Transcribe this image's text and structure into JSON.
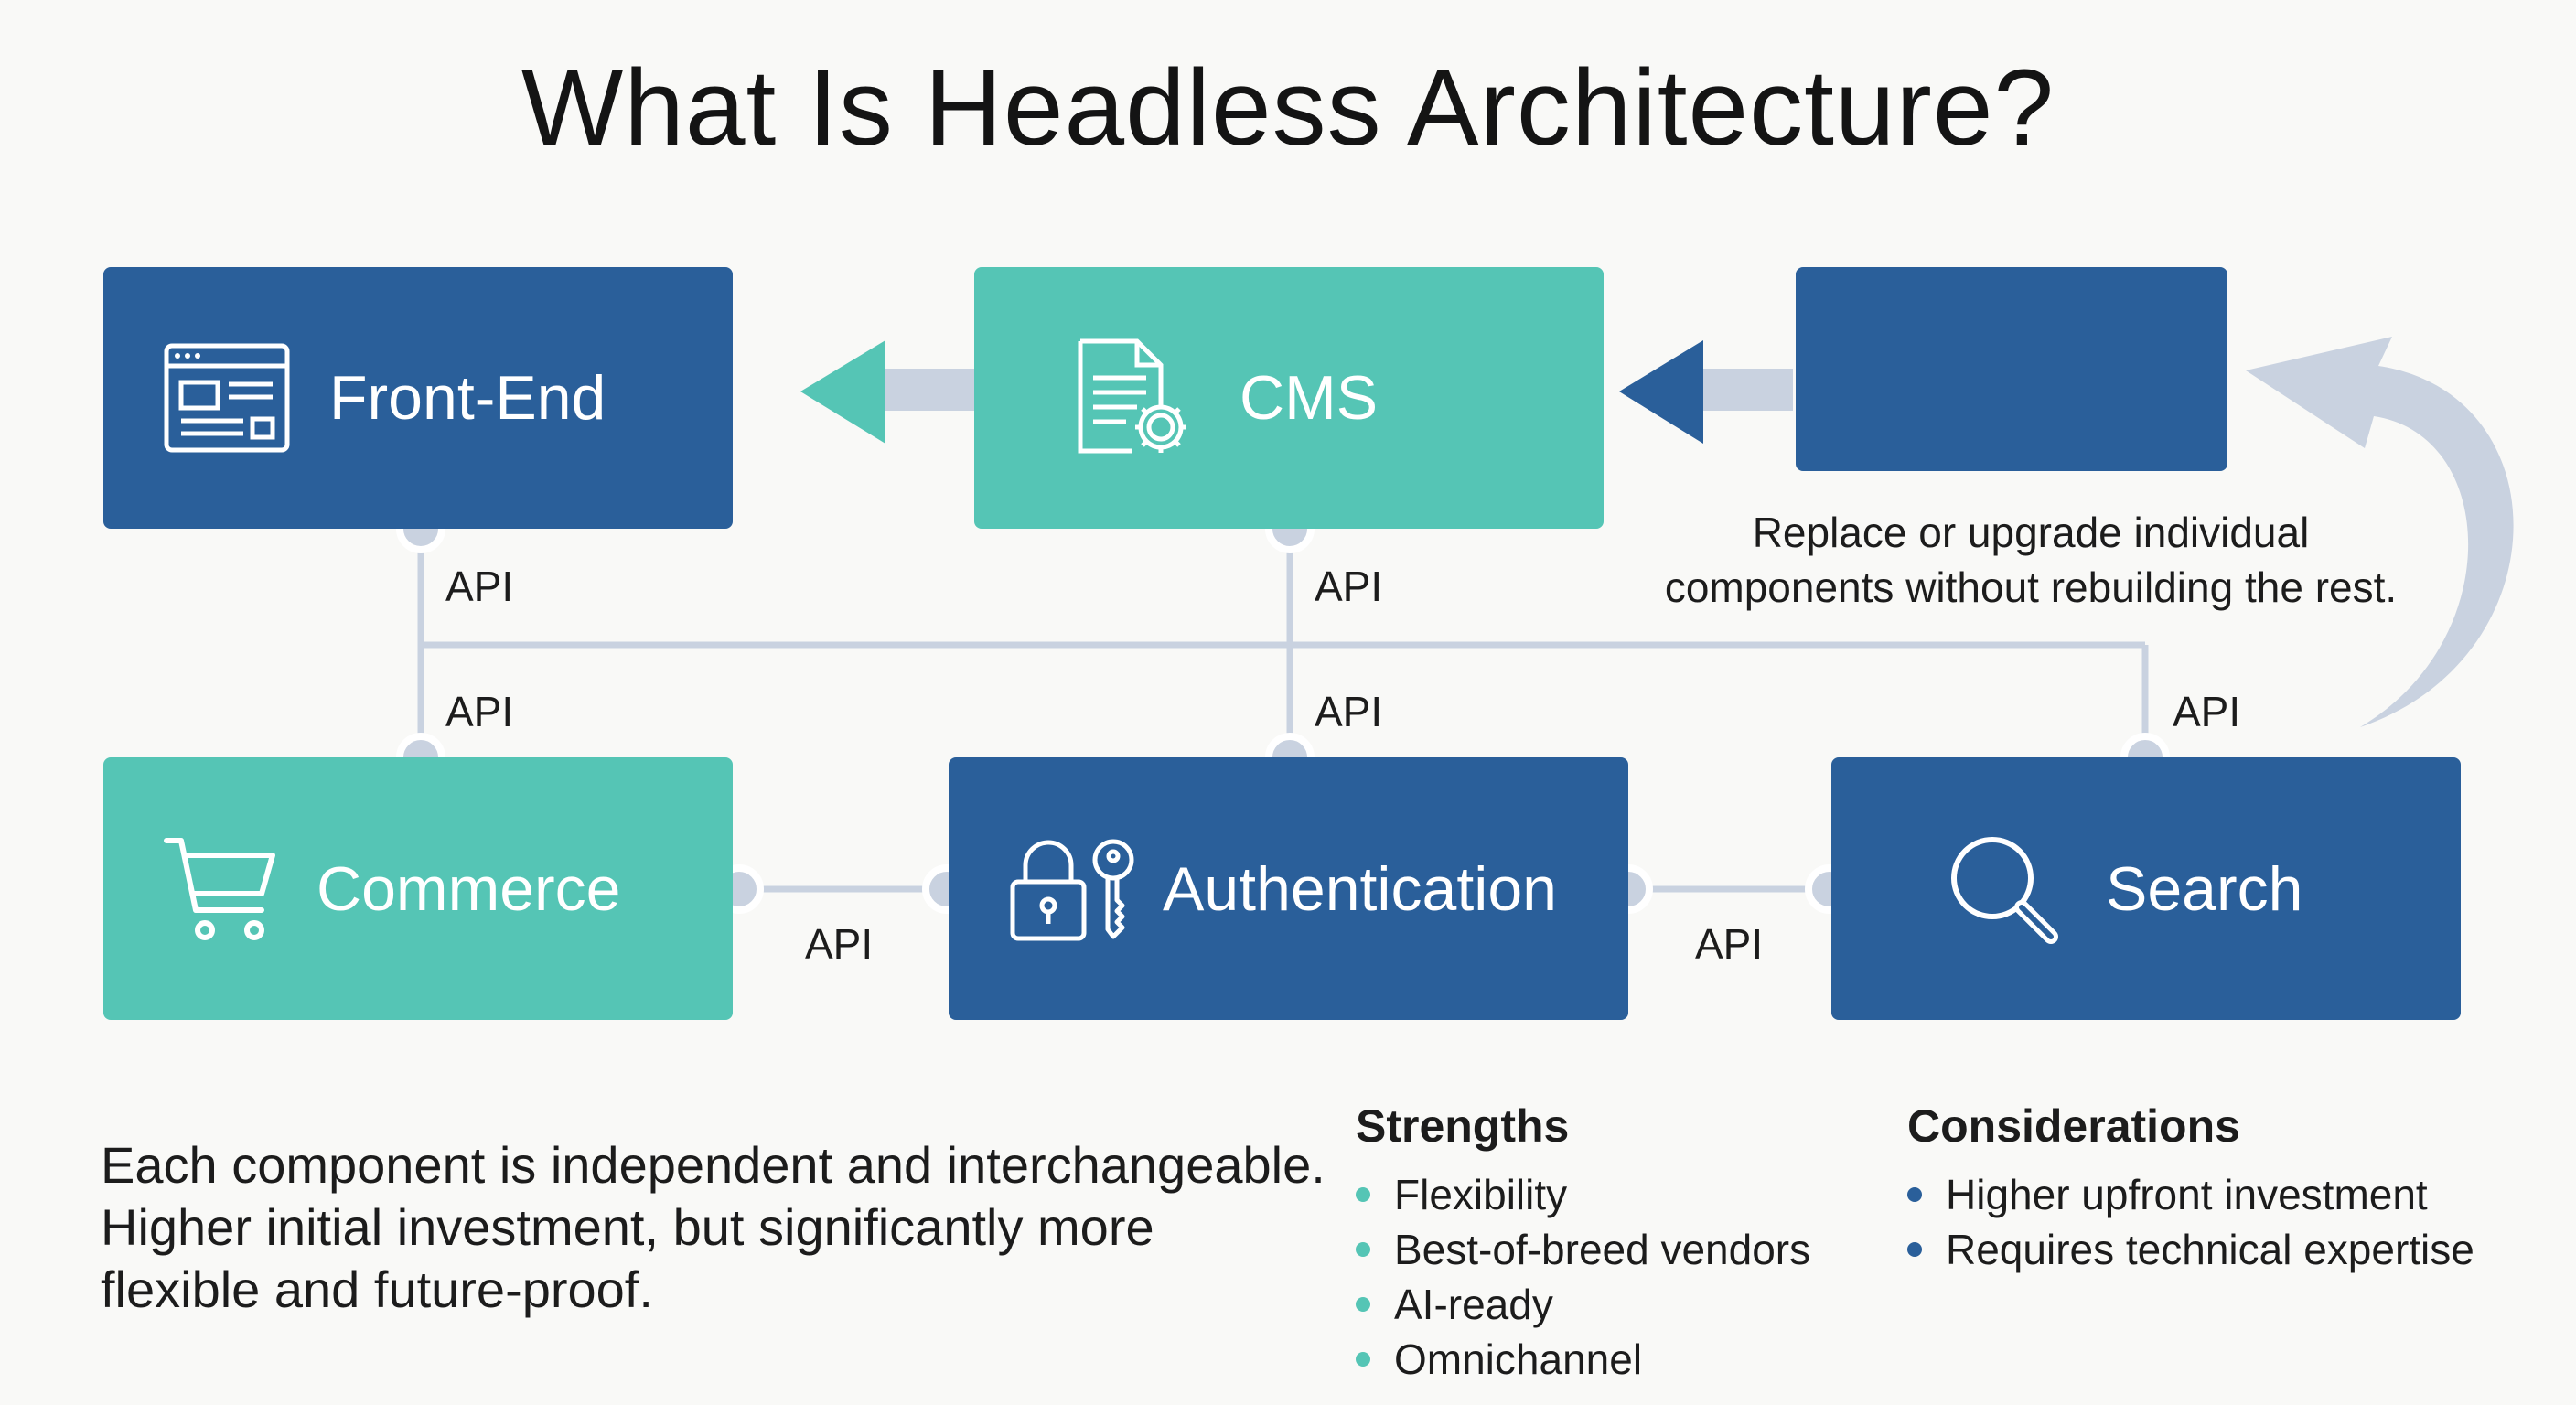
{
  "title": "What Is Headless Architecture?",
  "colors": {
    "blue": "#2a5f9a",
    "teal": "#55c5b5",
    "connector": "#c9d2e0",
    "background": "#f9f9f7"
  },
  "components": {
    "frontend": {
      "label": "Front-End",
      "icon": "browser-window-icon"
    },
    "cms": {
      "label": "CMS",
      "icon": "document-gear-icon"
    },
    "replaceable": {
      "label": ""
    },
    "commerce": {
      "label": "Commerce",
      "icon": "shopping-cart-icon"
    },
    "authentication": {
      "label": "Authentication",
      "icon": "lock-key-icon"
    },
    "search": {
      "label": "Search",
      "icon": "magnifier-icon"
    }
  },
  "api_label": "API",
  "replace_note": {
    "line1": "Replace or upgrade individual",
    "line2": "components without rebuilding the rest."
  },
  "summary": {
    "line1": "Each component is independent and interchangeable.",
    "line2": "Higher initial investment, but significantly more",
    "line3": "flexible and future-proof."
  },
  "strengths": {
    "title": "Strengths",
    "items": [
      "Flexibility",
      "Best-of-breed vendors",
      "AI-ready",
      "Omnichannel"
    ]
  },
  "considerations": {
    "title": "Considerations",
    "items": [
      "Higher upfront investment",
      "Requires technical expertise"
    ]
  }
}
